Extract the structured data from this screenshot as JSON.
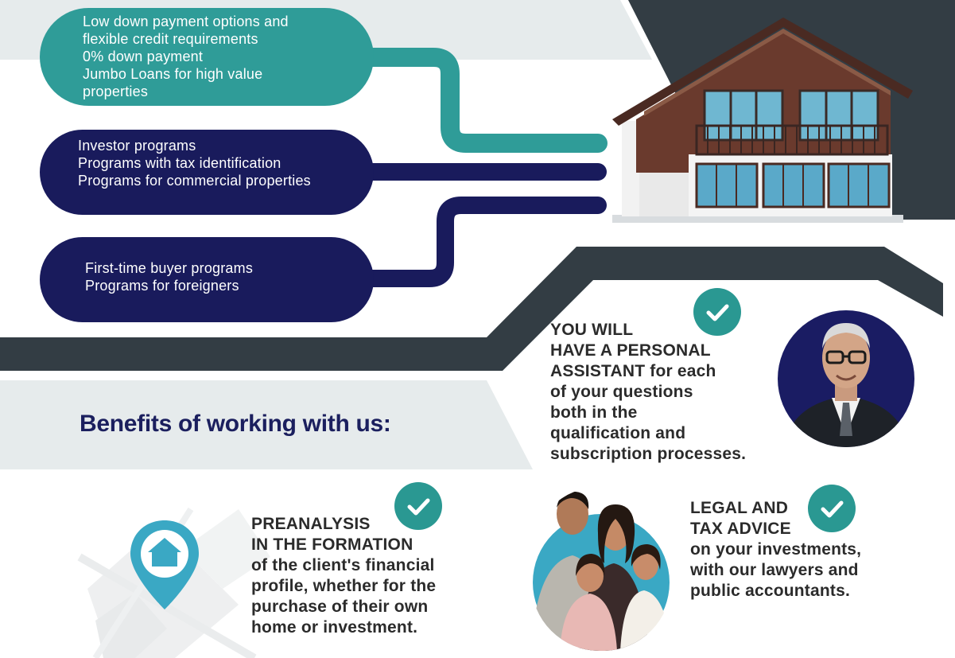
{
  "services": {
    "pill_1": [
      "Low down payment options and",
      "flexible credit requirements",
      "0% down payment",
      "Jumbo Loans for high value",
      "properties"
    ],
    "pill_2": [
      "Investor programs",
      "Programs with tax identification",
      "Programs for commercial properties"
    ],
    "pill_3": [
      "First-time buyer programs",
      "Programs for foreigners"
    ]
  },
  "benefits_title": "Benefits of working with us:",
  "benefits": {
    "assistant": {
      "line_1": "YOU WILL",
      "line_2": "HAVE A PERSONAL",
      "line_3_strong": "ASSISTANT",
      "line_3_rest": " for each",
      "rest": [
        "of your questions",
        "both in the",
        "qualification and",
        "subscription processes."
      ]
    },
    "preanalysis": {
      "heading": [
        "PREANALYSIS",
        "IN THE FORMATION"
      ],
      "rest": [
        "of the client's financial",
        "profile, whether for the",
        "purchase of their own",
        "home or investment."
      ]
    },
    "legal": {
      "heading": [
        "LEGAL AND",
        "TAX ADVICE"
      ],
      "rest": [
        "on your investments,",
        "with our lawyers and",
        "public accountants."
      ]
    }
  },
  "colors": {
    "teal": "#2f9c98",
    "navy": "#191b5c",
    "charcoal": "#333d44",
    "light_gray": "#e5eaeb",
    "title_navy": "#1b1f5e"
  },
  "icons": {
    "check": "check-icon",
    "pin": "location-pin-home-icon"
  }
}
